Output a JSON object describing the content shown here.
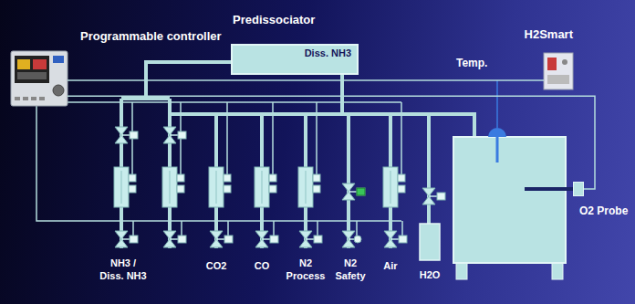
{
  "diagram": {
    "nodes": [
      {
        "text": [
          "Predissociator",
          "Diss. NH3"
        ]
      },
      {
        "text": [
          "Programmable controller"
        ]
      },
      {
        "text": [
          "H2Smart"
        ]
      },
      {
        "text": [
          "NH3 / Diss. NH3"
        ]
      },
      {
        "text": [
          "CO2"
        ]
      },
      {
        "text": [
          "CO"
        ]
      },
      {
        "text": [
          "N2 Process"
        ]
      },
      {
        "text": [
          "N2 Safety"
        ]
      },
      {
        "text": [
          "Air"
        ]
      },
      {
        "text": [
          "H2O"
        ]
      },
      {
        "text": [
          "O2 Probe"
        ]
      }
    ],
    "edges": [
      {
        "from": 1,
        "to": 2,
        "arrow": "none"
      },
      {
        "from": 1,
        "to": 10,
        "arrow": "none"
      }
    ],
    "labels": [
      "Temp."
    ]
  }
}
